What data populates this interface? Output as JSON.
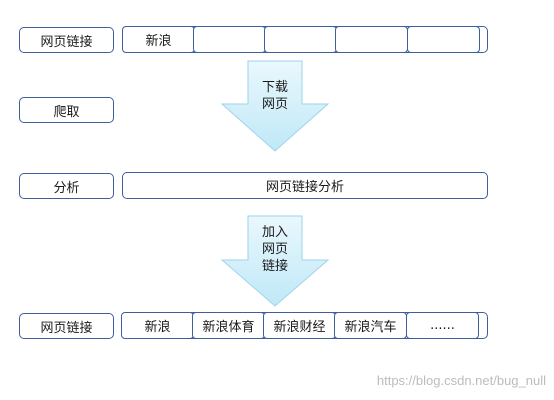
{
  "colors": {
    "box_border": "#3f5f9c",
    "arrow_fill_top": "#eaf8fd",
    "arrow_fill_bottom": "#bfe8f7",
    "arrow_border": "#9fd3ea",
    "watermark": "#bcbcbc"
  },
  "rows": {
    "row1_label": "网页链接",
    "row1_cells": [
      "新浪",
      "",
      "",
      "",
      ""
    ],
    "row2_label": "爬取",
    "row3_label": "分析",
    "row3_content": "网页链接分析",
    "row4_label": "网页链接",
    "row4_cells": [
      "新浪",
      "新浪体育",
      "新浪财经",
      "新浪汽车",
      "......"
    ]
  },
  "arrows": {
    "download_lines": [
      "下载",
      "网页"
    ],
    "add_lines": [
      "加入",
      "网页",
      "链接"
    ]
  },
  "watermark": "https://blog.csdn.net/bug_null"
}
